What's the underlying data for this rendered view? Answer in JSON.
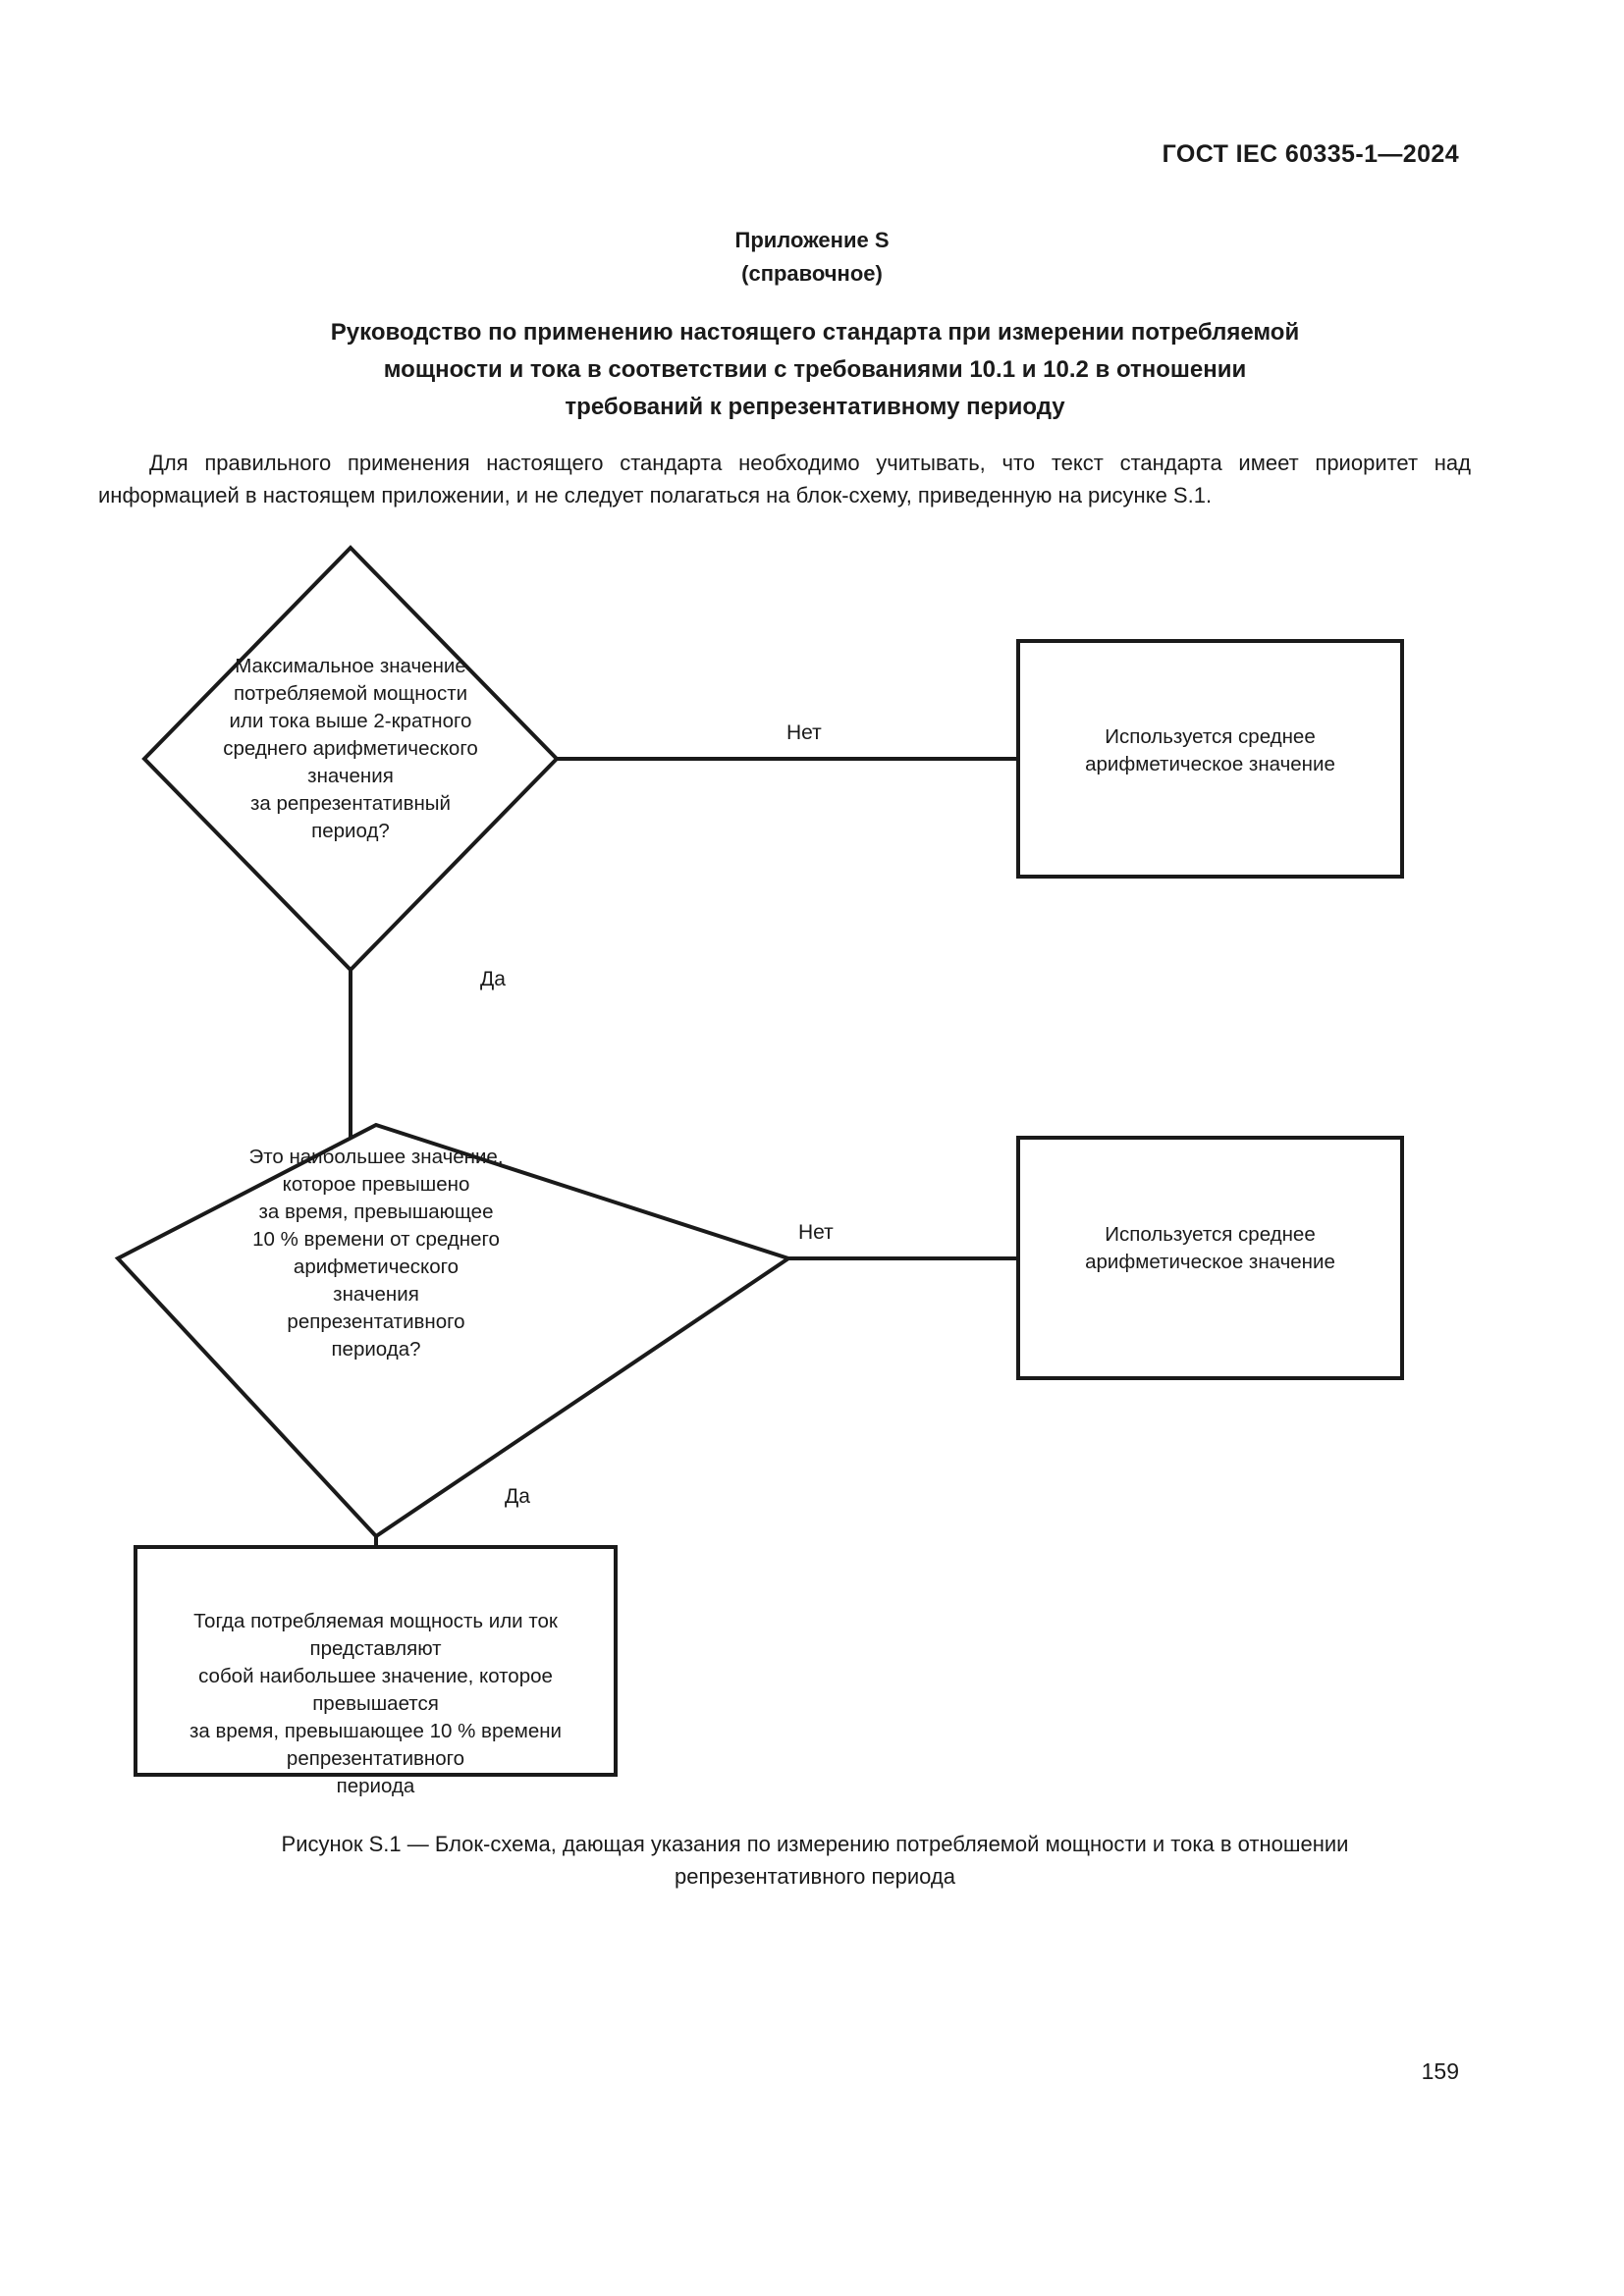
{
  "header": {
    "standard_id": "ГОСТ IEC 60335-1—2024"
  },
  "annex": {
    "label": "Приложение S",
    "type": "(справочное)",
    "title_lines": [
      "Руководство по применению настоящего стандарта при измерении потребляемой",
      "мощности и тока в соответствии с требованиями 10.1 и 10.2 в отношении",
      "требований к репрезентативному периоду"
    ]
  },
  "body": {
    "paragraph": "Для правильного применения настоящего стандарта необходимо учитывать, что текст стандарта имеет приоритет над информацией в настоящем приложении, и не следует полагаться на блок-схему, приведенную на рисунке S.1."
  },
  "flowchart": {
    "decision1": {
      "lines": [
        "Максимальное значение",
        "потребляемой мощности",
        "или тока выше 2-кратного",
        "среднего арифметического",
        "значения",
        "за репрезентативный",
        "период?"
      ]
    },
    "decision1_no_label": "Нет",
    "decision1_yes_label": "Да",
    "outcome1": {
      "lines": [
        "Используется среднее",
        "арифметическое значение"
      ]
    },
    "decision2": {
      "lines": [
        "Это наибольшее значение,",
        "которое превышено",
        "за время, превышающее",
        "10 % времени от среднего",
        "арифметического",
        "значения",
        "репрезентативного",
        "периода?"
      ]
    },
    "decision2_no_label": "Нет",
    "decision2_yes_label": "Да",
    "outcome2": {
      "lines": [
        "Используется среднее",
        "арифметическое значение"
      ]
    },
    "final": {
      "lines": [
        "Тогда потребляемая мощность или ток представляют",
        "собой наибольшее значение, которое превышается",
        "за время, превышающее 10 % времени репрезентативного",
        "периода"
      ]
    }
  },
  "caption": {
    "line1": "Рисунок S.1 — Блок-схема, дающая указания по измерению потребляемой мощности и тока в отношении",
    "line2": "репрезентативного периода"
  },
  "footer": {
    "page_number": "159"
  },
  "colors": {
    "ink": "#1a1a1a",
    "paper": "#ffffff",
    "stroke": "#1a1a1a"
  }
}
